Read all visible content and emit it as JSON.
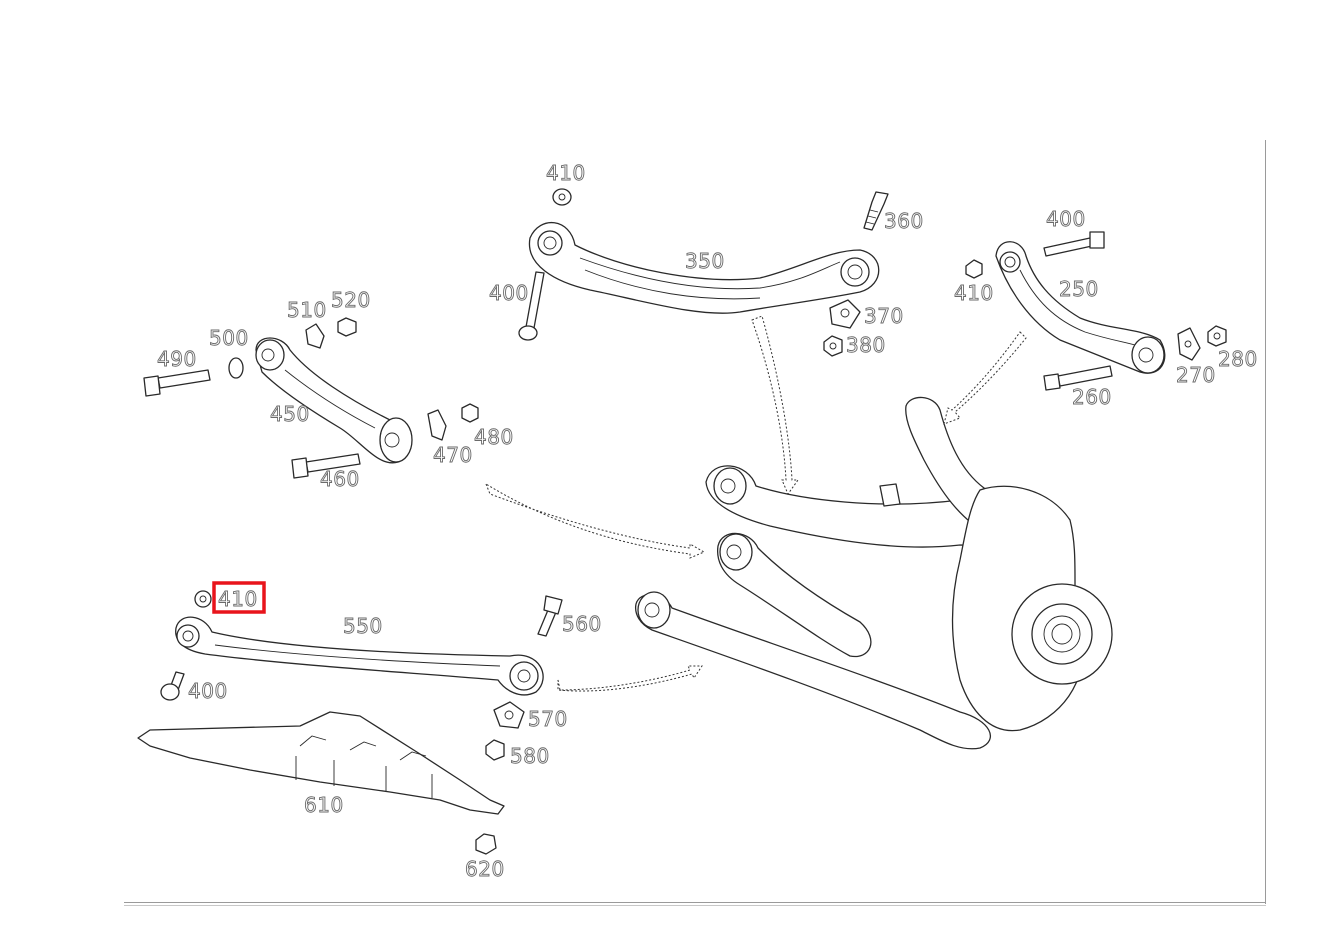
{
  "callouts": {
    "c410_top": "410",
    "c360": "360",
    "c350": "350",
    "c400_top": "400",
    "c370": "370",
    "c380": "380",
    "c400_right": "400",
    "c410_right": "410",
    "c250": "250",
    "c270": "270",
    "c280": "280",
    "c260": "260",
    "c510": "510",
    "c520": "520",
    "c500": "500",
    "c490": "490",
    "c450": "450",
    "c470": "470",
    "c480": "480",
    "c460": "460",
    "c410_left": "410",
    "c550": "550",
    "c560": "560",
    "c400_left": "400",
    "c570": "570",
    "c580": "580",
    "c610": "610",
    "c620": "620"
  },
  "highlight": {
    "callout": "410",
    "color": "#e8141b"
  }
}
